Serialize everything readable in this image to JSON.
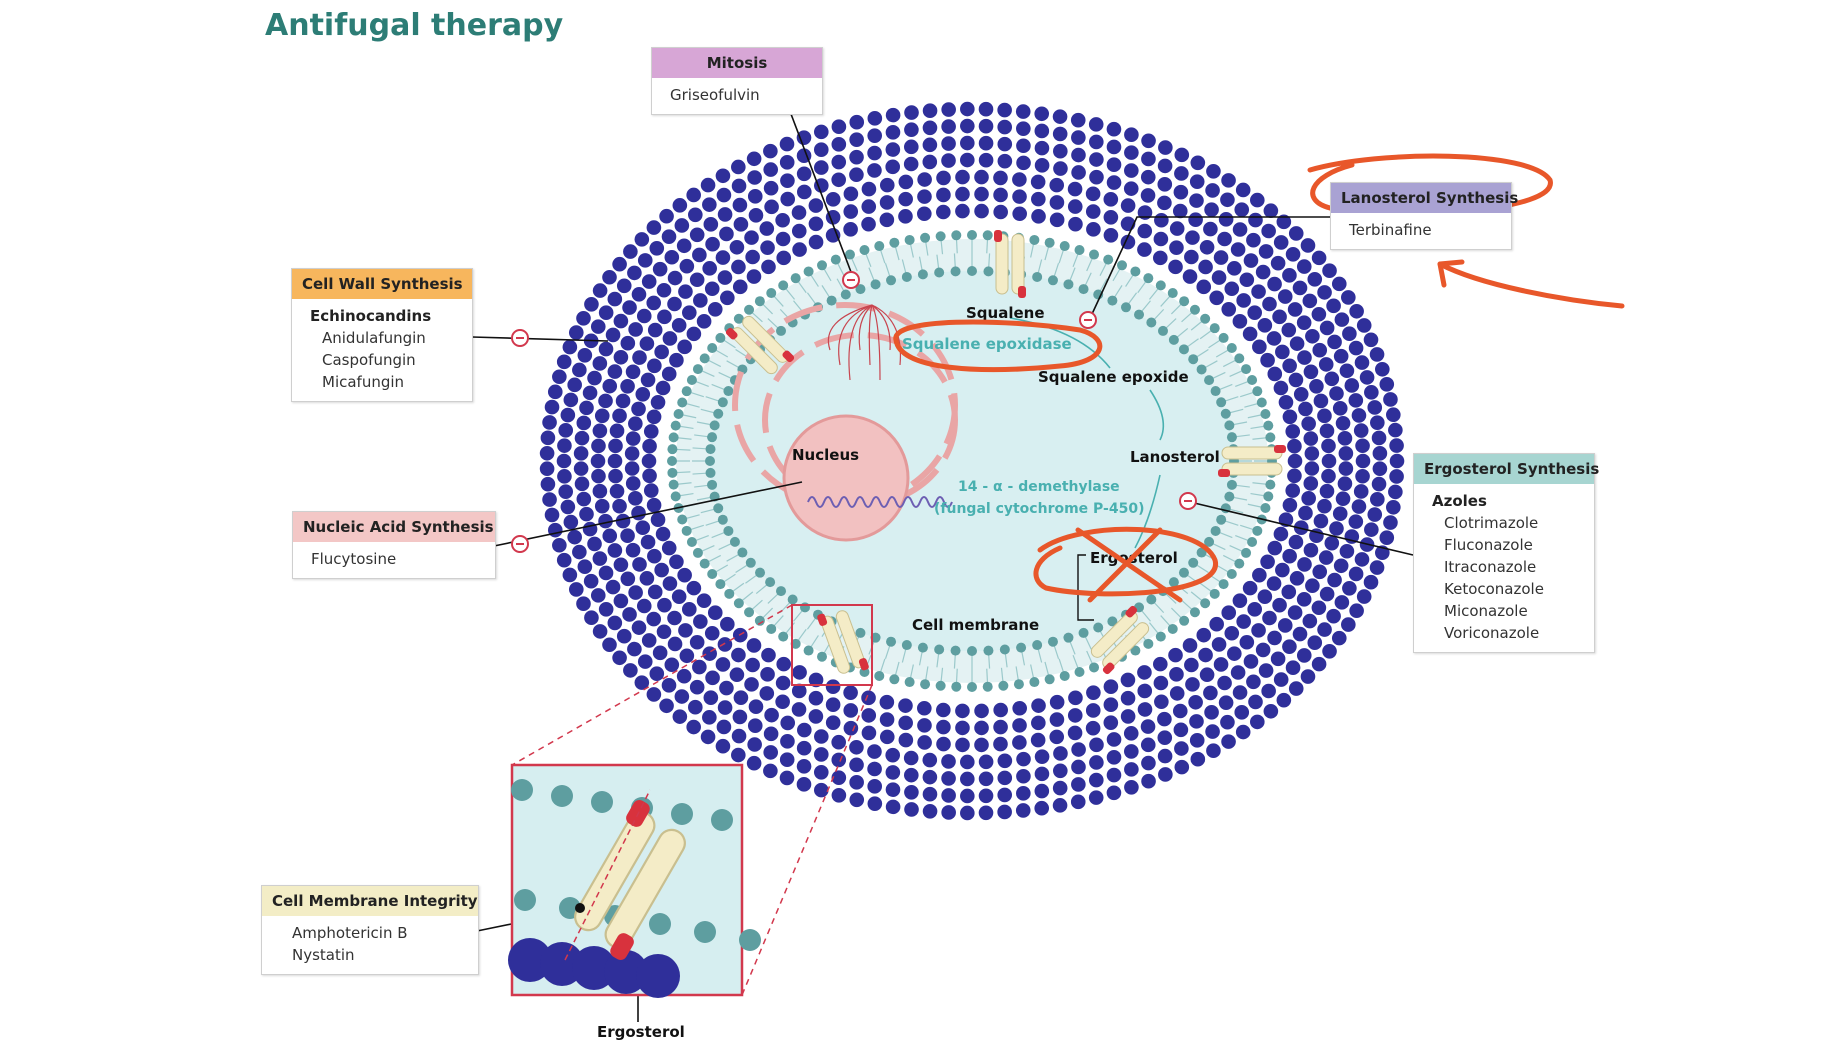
{
  "title": "Antifugal therapy",
  "boxes": {
    "mitosis": {
      "heading": "Mitosis",
      "color": "#d7a6d6",
      "drugs": [
        "Griseofulvin"
      ]
    },
    "lanosterol": {
      "heading": "Lanosterol Synthesis",
      "color": "#a9a2d3",
      "drugs": [
        "Terbinafine"
      ]
    },
    "cell_wall": {
      "heading": "Cell Wall Synthesis",
      "color": "#f7b65d",
      "class": "Echinocandins",
      "drugs": [
        "Anidulafungin",
        "Caspofungin",
        "Micafungin"
      ]
    },
    "nucleic": {
      "heading": "Nucleic Acid Synthesis",
      "color": "#f3c7c6",
      "drugs": [
        "Flucytosine"
      ]
    },
    "ergosterol": {
      "heading": "Ergosterol Synthesis",
      "color": "#a7d5d1",
      "class": "Azoles",
      "drugs": [
        "Clotrimazole",
        "Fluconazole",
        "Itraconazole",
        "Ketoconazole",
        "Miconazole",
        "Voriconazole"
      ]
    },
    "membrane": {
      "heading": "Cell Membrane Integrity",
      "color": "#f3edc6",
      "drugs": [
        "Amphotericin B",
        "Nystatin"
      ]
    }
  },
  "labels": {
    "squalene": "Squalene",
    "squalene_epoxidase": "Squalene epoxidase",
    "squalene_epoxide": "Squalene epoxide",
    "lanosterol": "Lanosterol",
    "demethylase_1": "14 - α - demethylase",
    "demethylase_2": "(fungal cytochrome P-450)",
    "ergosterol": "Ergosterol",
    "cell_membrane": "Cell membrane",
    "nucleus": "Nucleus",
    "inset_ergosterol": "Ergosterol"
  },
  "colors": {
    "title": "#2d7d76",
    "wall_bead": "#2f2f9a",
    "membrane_head": "#5e9ea0",
    "cytoplasm": "#d8eff1",
    "enzyme_text": "#49b0b0",
    "annotation": "#e8572a",
    "inhibit": "#d2384d",
    "protein": "#f4ecc7",
    "protein_cap": "#d8323d",
    "nucleus": "#f2c1c1"
  }
}
